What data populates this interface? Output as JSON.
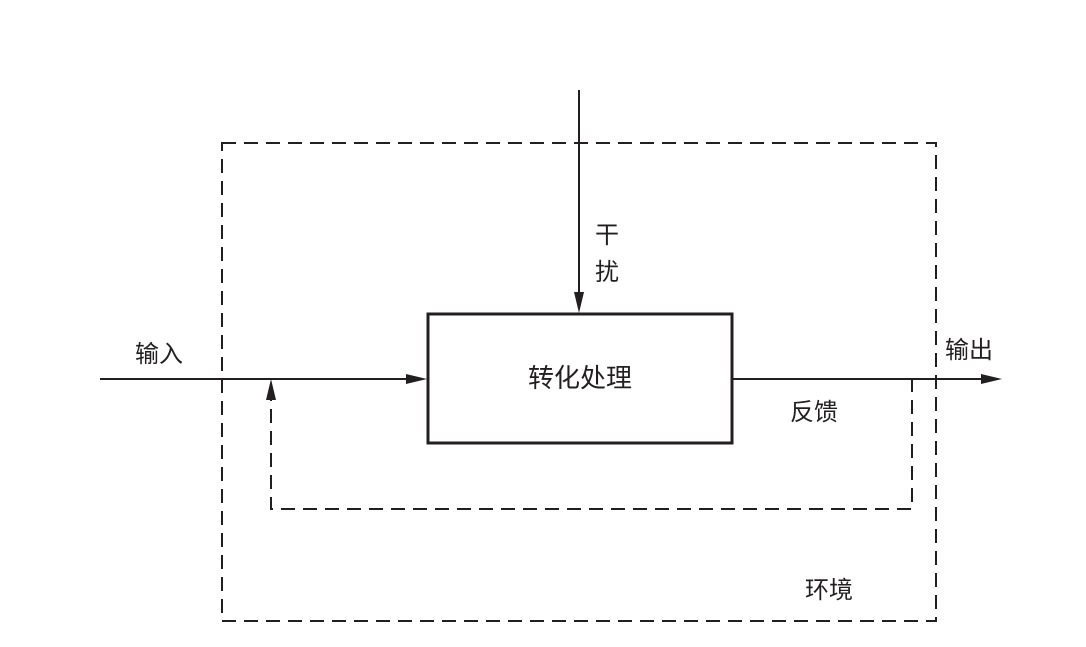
{
  "diagram": {
    "type": "system-feedback-block-diagram",
    "process_box": {
      "label": "转化处理"
    },
    "labels": {
      "input": "输入",
      "output": "输出",
      "disturbance_line1": "干",
      "disturbance_line2": "扰",
      "feedback": "反馈",
      "environment": "环境"
    },
    "edges": [
      {
        "from": "input",
        "to": "process_box",
        "style": "solid",
        "label": "输入"
      },
      {
        "from": "process_box",
        "to": "output",
        "style": "solid",
        "label": "输出"
      },
      {
        "from": "disturbance",
        "to": "process_box",
        "style": "solid",
        "label": "干扰"
      },
      {
        "from": "output",
        "to": "input",
        "style": "dashed",
        "label": "反馈"
      }
    ],
    "boundary": {
      "style": "dashed",
      "label": "环境"
    },
    "colors": {
      "stroke": "#231f20",
      "background": "#ffffff"
    }
  }
}
